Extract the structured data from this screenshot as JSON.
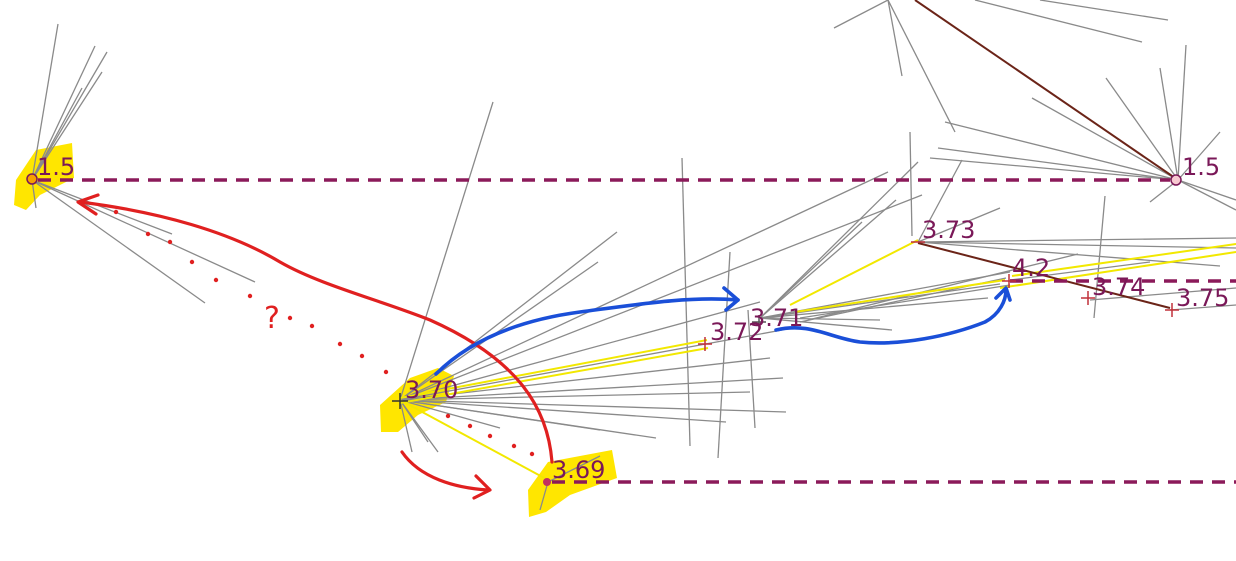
{
  "nodes": [
    {
      "id": "n-1-5-left",
      "label": "1.5"
    },
    {
      "id": "n-1-5-right",
      "label": "1.5"
    },
    {
      "id": "n-3-70",
      "label": "3.70"
    },
    {
      "id": "n-3-69",
      "label": "3.69"
    },
    {
      "id": "n-3-71",
      "label": "3.71"
    },
    {
      "id": "n-3-72",
      "label": "3.72"
    },
    {
      "id": "n-3-73",
      "label": "3.73"
    },
    {
      "id": "n-4-2",
      "label": "4.2"
    },
    {
      "id": "n-3-74",
      "label": "3.74"
    },
    {
      "id": "n-3-75",
      "label": "3.75"
    }
  ],
  "annotations": {
    "question_mark": "?"
  },
  "colors": {
    "label": "#7a1858",
    "dashed_line": "#8b1a5a",
    "highlight": "#ffe600",
    "red_annotation": "#e02020",
    "blue_annotation": "#1a4fd8",
    "grey_edge": "#8a8a8a",
    "brown_edge": "#6b2418"
  }
}
